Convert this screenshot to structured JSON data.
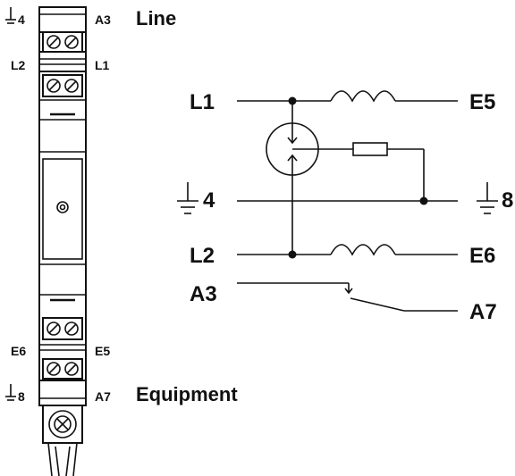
{
  "module": {
    "top_left_label": "4",
    "top_right_label": "A3",
    "heading_top": "Line",
    "row2_left": "L2",
    "row2_right": "L1",
    "row3_left": "E6",
    "row3_right": "E5",
    "bottom_left_label": "8",
    "bottom_right_label": "A7",
    "heading_bottom": "Equipment"
  },
  "schematic": {
    "l1": "L1",
    "e5": "E5",
    "gnd_left": "4",
    "gnd_right": "8",
    "l2": "L2",
    "e6": "E6",
    "a3": "A3",
    "a7": "A7"
  }
}
